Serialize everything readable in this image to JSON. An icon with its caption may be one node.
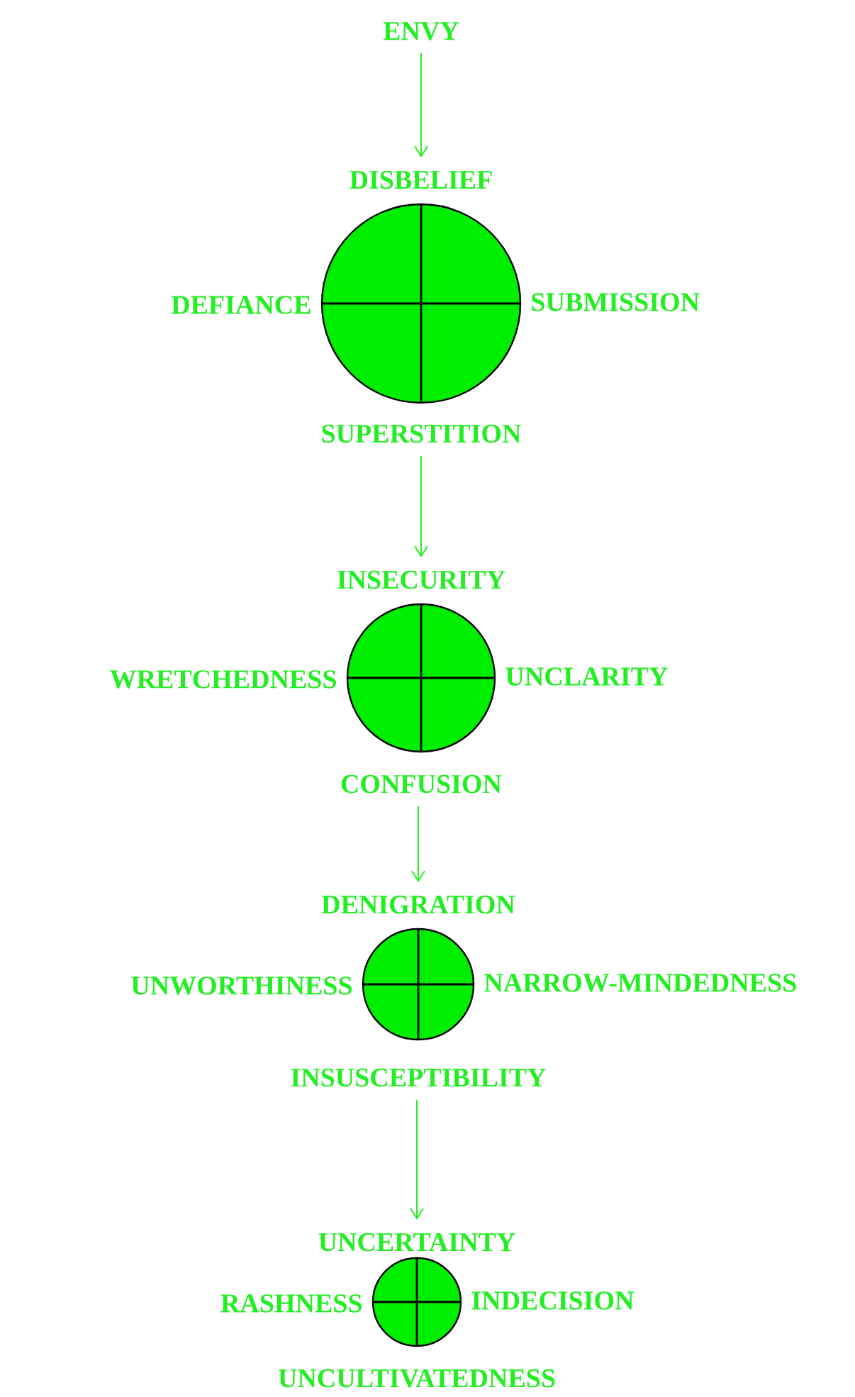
{
  "diagram": {
    "nodes": [
      {
        "text": [
          "ENVY"
        ]
      },
      {
        "text": [
          "DISBELIEF",
          "DEFIANCE",
          "SUBMISSION",
          "SUPERSTITION"
        ]
      },
      {
        "text": [
          "INSECURITY",
          "WRETCHEDNESS",
          "UNCLARITY",
          "CONFUSION"
        ]
      },
      {
        "text": [
          "DENIGRATION",
          "UNWORTHINESS",
          "NARROW-MINDEDNESS",
          "INSUSCEPTIBILITY"
        ]
      },
      {
        "text": [
          "UNCERTAINTY",
          "RASHNESS",
          "INDECISION",
          "UNCULTIVATEDNESS"
        ]
      }
    ],
    "edges": [
      {
        "from": 0,
        "to": 1,
        "arrow": "to"
      },
      {
        "from": 1,
        "to": 2,
        "arrow": "to"
      },
      {
        "from": 2,
        "to": 3,
        "arrow": "to"
      },
      {
        "from": 3,
        "to": 4,
        "arrow": "to"
      }
    ]
  }
}
